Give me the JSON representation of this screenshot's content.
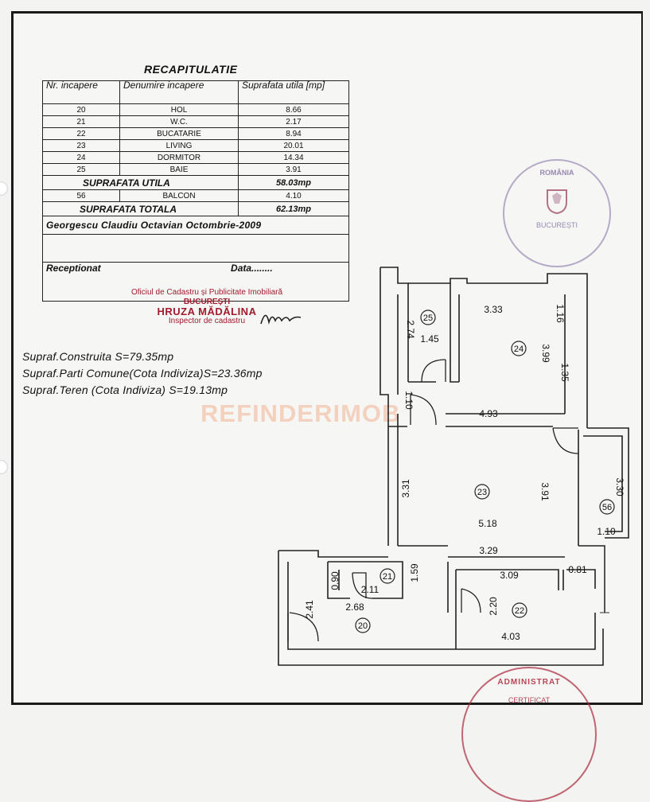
{
  "recap": {
    "title": "RECAPITULATIE",
    "headers": {
      "nr": "Nr. incapere",
      "name": "Denumire incapere",
      "area": "Suprafata utila [mp]"
    },
    "rooms": [
      {
        "nr": "20",
        "name": "HOL",
        "area": "8.66"
      },
      {
        "nr": "21",
        "name": "W.C.",
        "area": "2.17"
      },
      {
        "nr": "22",
        "name": "BUCATARIE",
        "area": "8.94"
      },
      {
        "nr": "23",
        "name": "LIVING",
        "area": "20.01"
      },
      {
        "nr": "24",
        "name": "DORMITOR",
        "area": "14.34"
      },
      {
        "nr": "25",
        "name": "BAIE",
        "area": "3.91"
      }
    ],
    "util_label": "SUPRAFATA UTILA",
    "util_value": "58.03mp",
    "balcony": {
      "nr": "56",
      "name": "BALCON",
      "area": "4.10"
    },
    "total_label": "SUPRAFATA TOTALA",
    "total_value": "62.13mp",
    "owner": "Georgescu Claudiu Octavian Octombrie-2009",
    "received_label": "Receptionat",
    "date_label": "Data",
    "dots": "........"
  },
  "stamp": {
    "office": "Oficiul de Cadastru și Publicitate Imobiliară",
    "city": "BUCUREȘTI",
    "name": "HRUZA MĂDĂLINA",
    "role": "Inspector de cadastru"
  },
  "surfaces": {
    "constructed": "Supraf.Construita S=79.35mp",
    "common": "Supraf.Parti Comune(Cota Indiviza)S=23.36mp",
    "land": "Supraf.Teren (Cota Indiviza) S=19.13mp"
  },
  "watermark": "REFINDERIMOB",
  "seal_top": {
    "line1": "ROMÂNIA",
    "line2": "BUCUREȘTI"
  },
  "seal_bottom": {
    "line1": "ADMINISTRAT",
    "line2": "CERTIFICAT"
  },
  "plan": {
    "room_numbers": {
      "r20": "20",
      "r21": "21",
      "r22": "22",
      "r23": "23",
      "r24": "24",
      "r25": "25",
      "r56": "56"
    },
    "dims": {
      "d_333": "3.33",
      "d_116": "1.16",
      "d_274": "2.74",
      "d_145": "1.45",
      "d_399": "3.99",
      "d_135": "1.35",
      "d_110a": "1.10",
      "d_493": "4.93",
      "d_331": "3.31",
      "d_391": "3.91",
      "d_518": "5.18",
      "d_330": "3.30",
      "d_110b": "1.10",
      "d_329": "3.29",
      "d_159": "1.59",
      "d_090": "0.90",
      "d_211": "2.11",
      "d_309": "3.09",
      "d_081": "0.81",
      "d_241": "2.41",
      "d_268": "2.68",
      "d_220": "2.20",
      "d_403": "4.03"
    }
  }
}
